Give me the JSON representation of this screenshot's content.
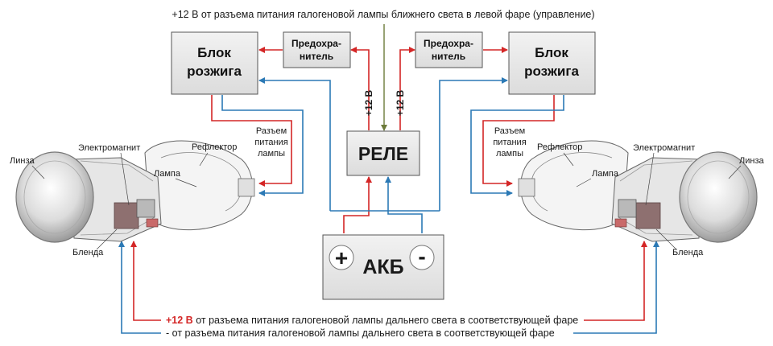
{
  "top_note": "+12 В от разъема питания галогеновой лампы ближнего света в левой фаре (управление)",
  "ignition_left": [
    "Блок",
    "розжига"
  ],
  "ignition_right": [
    "Блок",
    "розжига"
  ],
  "fuse_left": [
    "Предохра-",
    "нитель"
  ],
  "fuse_right": [
    "Предохра-",
    "нитель"
  ],
  "relay": "РЕЛЕ",
  "battery": {
    "label": "АКБ",
    "plus": "+",
    "minus": "-"
  },
  "voltage_left": "+12 В",
  "voltage_right": "+12 В",
  "connector_left": [
    "Разъем",
    "питания",
    "лампы"
  ],
  "connector_right": [
    "Разъем",
    "питания",
    "лампы"
  ],
  "left_lamp": {
    "lens": "Линза",
    "magnet": "Электромагнит",
    "reflector": "Рефлектор",
    "bulb": "Лампа",
    "shade": "Бленда"
  },
  "right_lamp": {
    "lens": "Линза",
    "magnet": "Электромагнит",
    "reflector": "Рефлектор",
    "bulb": "Лампа",
    "shade": "Бленда"
  },
  "bottom_plus_prefix": "+12 В",
  "bottom_plus_text": " от разъема питания галогеновой лампы дальнего света в соответствующей фаре",
  "bottom_minus_text": "- от разъема питания галогеновой лампы дальнего света в соответствующей фаре",
  "colors": {
    "positive_wire": "#d42626",
    "negative_wire": "#2b79b5",
    "control_wire": "#6c7a3a",
    "box_fill": "#e8e8e8"
  }
}
